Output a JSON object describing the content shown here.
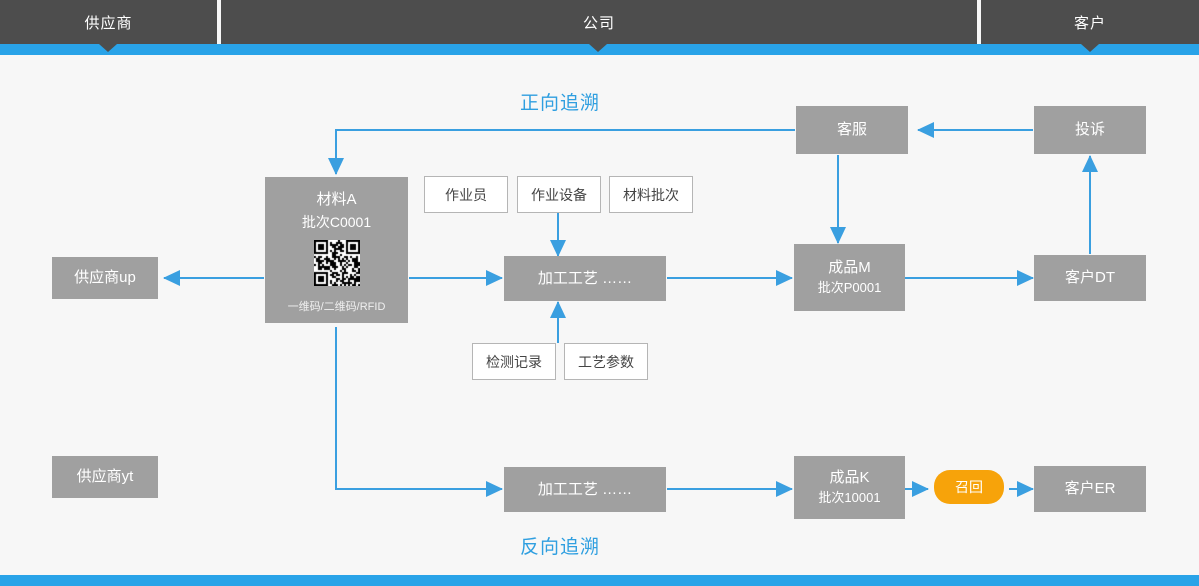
{
  "header": {
    "lanes": [
      {
        "label": "供应商"
      },
      {
        "label": "公司"
      },
      {
        "label": "客户"
      }
    ]
  },
  "titles": {
    "forward": "正向追溯",
    "reverse": "反向追溯"
  },
  "colors": {
    "accent_blue": "#29a3e8",
    "arrow_blue": "#3a9fe0",
    "node_gray": "#a0a0a0",
    "lane_gray": "#4d4d4d",
    "recall_orange": "#f7a30a",
    "canvas": "#f7f7f7"
  },
  "nodes": {
    "supplier_up": {
      "label": "供应商up"
    },
    "supplier_yt": {
      "label": "供应商yt"
    },
    "material_a": {
      "name": "材料A",
      "batch": "批次C0001",
      "codes": "一维码/二维码/RFID",
      "qr_alt": "qr-code"
    },
    "process_top": {
      "label": "加工工艺  ……"
    },
    "process_bottom": {
      "label": "加工工艺  ……"
    },
    "product_m": {
      "name": "成品M",
      "batch": "批次P0001"
    },
    "product_k": {
      "name": "成品K",
      "batch": "批次10001"
    },
    "customer_dt": {
      "label": "客户DT"
    },
    "customer_er": {
      "label": "客户ER"
    },
    "service": {
      "label": "客服"
    },
    "complaint": {
      "label": "投诉"
    },
    "recall": {
      "label": "召回"
    }
  },
  "attributes": {
    "above": [
      {
        "label": "作业员"
      },
      {
        "label": "作业设备"
      },
      {
        "label": "材料批次"
      }
    ],
    "below": [
      {
        "label": "检测记录"
      },
      {
        "label": "工艺参数"
      }
    ]
  }
}
